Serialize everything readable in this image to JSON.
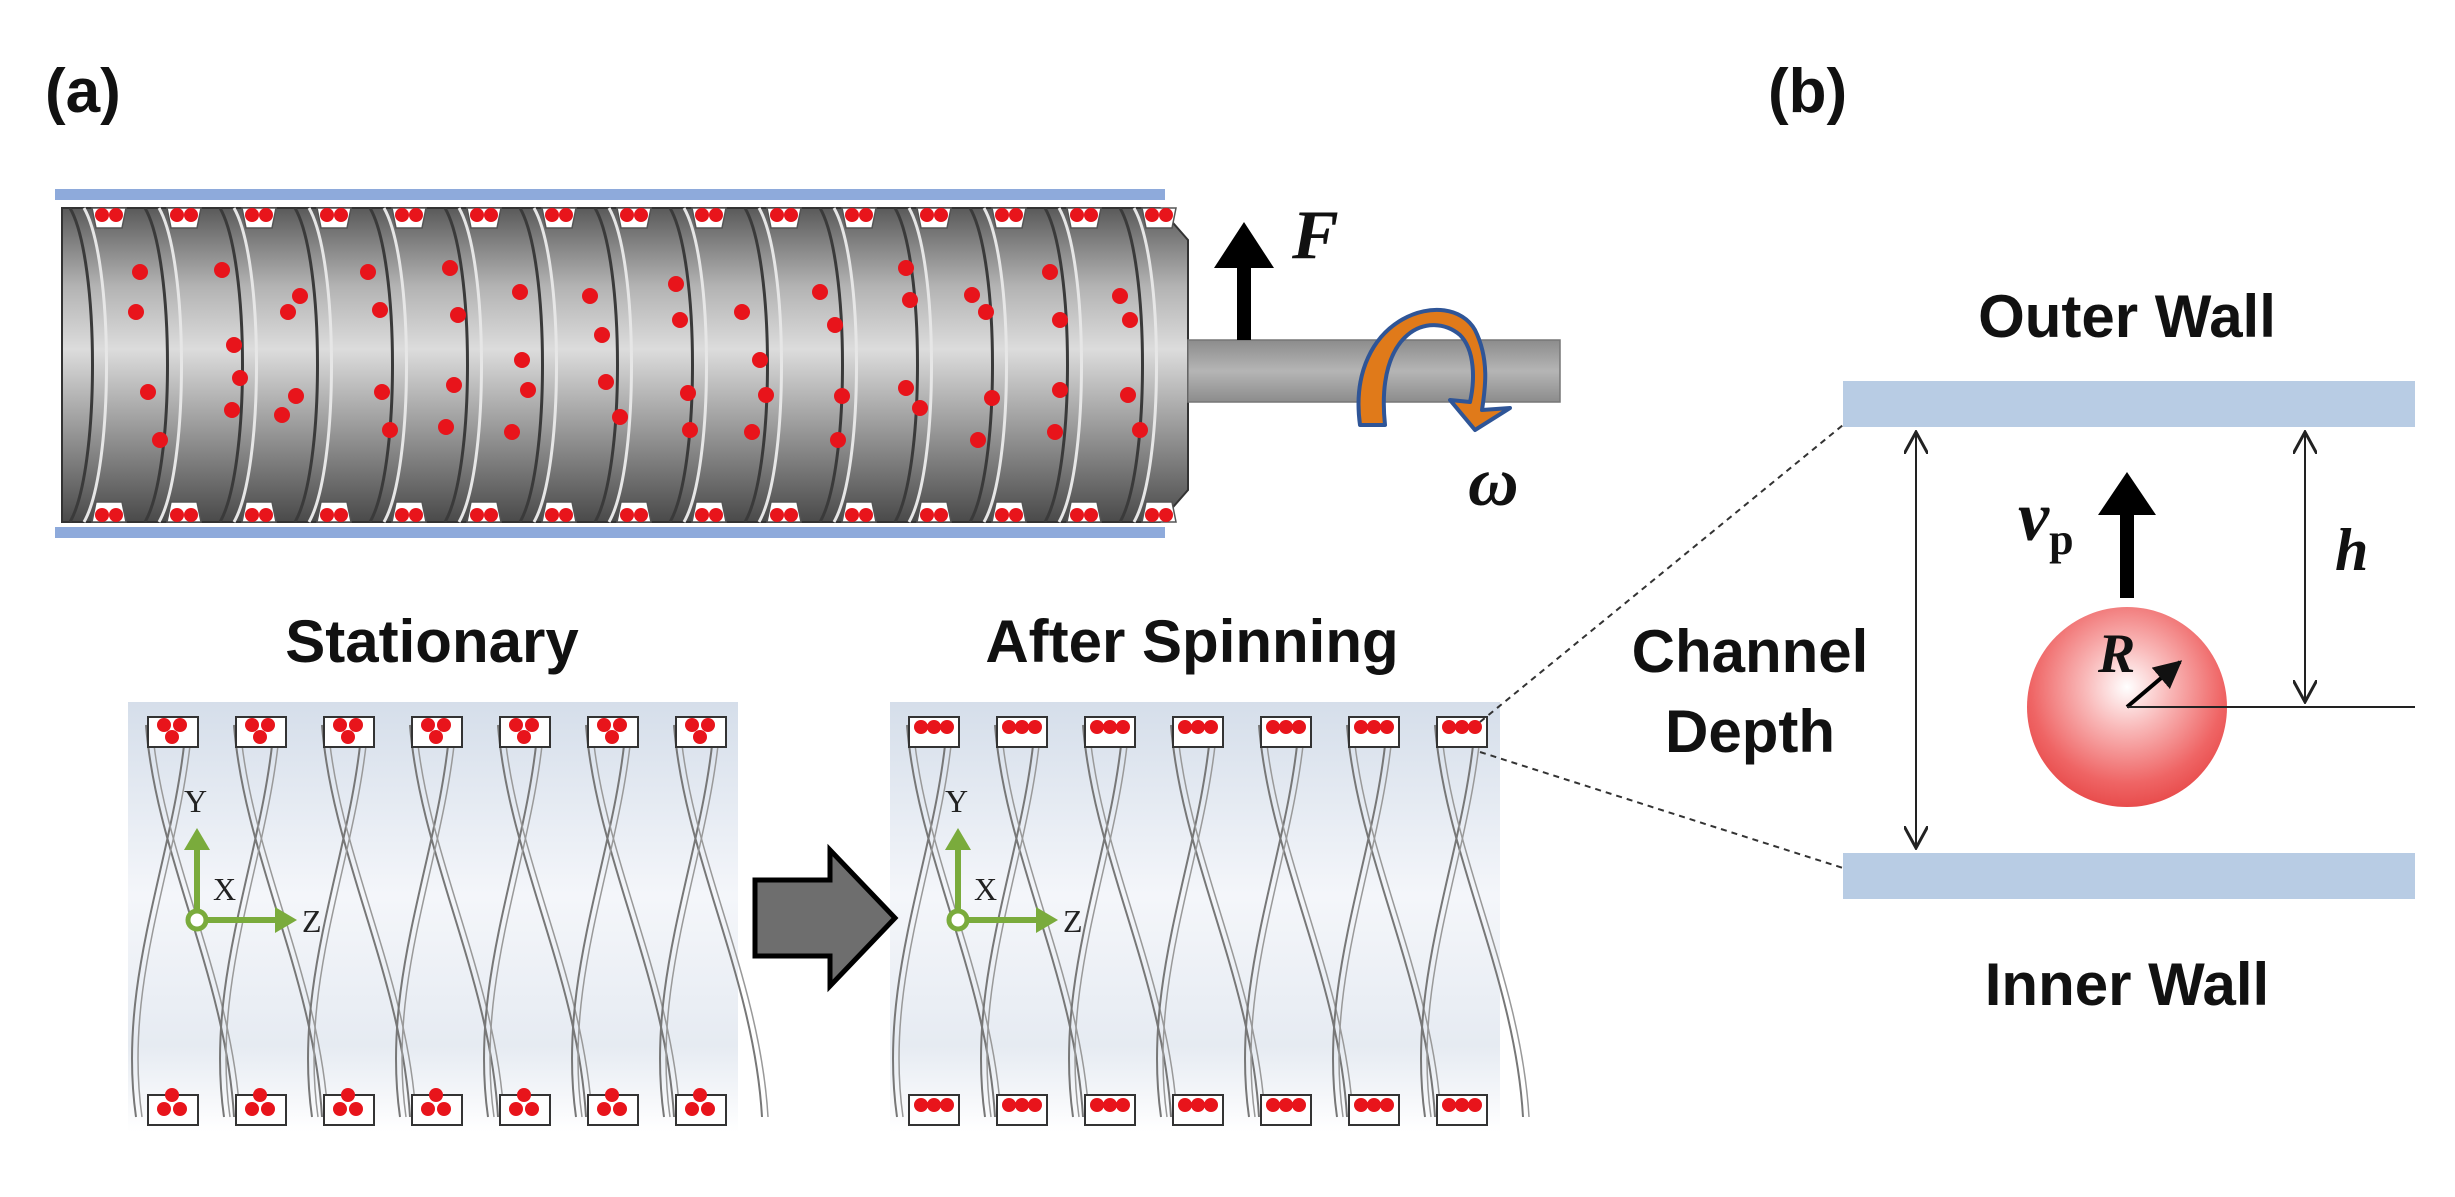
{
  "panels": {
    "a": {
      "label": "(a)",
      "force_symbol": "F",
      "omega_symbol": "ω",
      "stationary_title": "Stationary",
      "spinning_title": "After Spinning",
      "axes": {
        "y": "Y",
        "x": "X",
        "z": "Z"
      }
    },
    "b": {
      "label": "(b)",
      "outer_wall": "Outer Wall",
      "inner_wall": "Inner Wall",
      "channel_depth_line1": "Channel",
      "channel_depth_line2": "Depth",
      "velocity_symbol": "v",
      "velocity_subscript": "p",
      "radius_symbol": "R",
      "height_symbol": "h"
    }
  },
  "colors": {
    "particle": "#e8141b",
    "wall": "#b8cce4",
    "wall_edge": "#8eaadb",
    "rotation_arrow": "#e07a1a",
    "rotation_arrow_edge": "#2f5597",
    "axis_green": "#7aab3c",
    "shaft": "#9e9e9e",
    "block_arrow": "#707070"
  }
}
